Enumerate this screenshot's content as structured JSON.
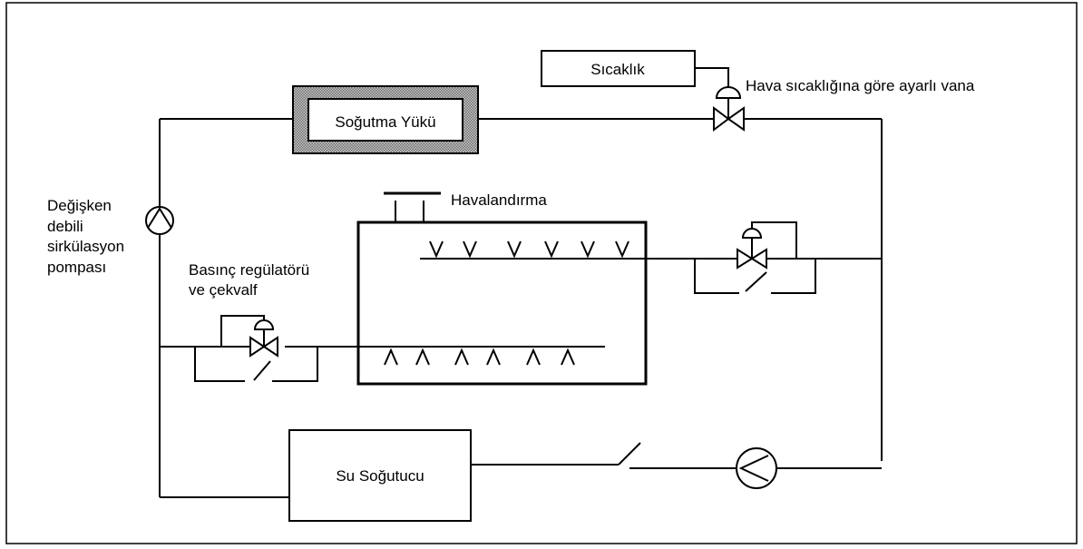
{
  "labels": {
    "cooling_load": "Soğutma Yükü",
    "temperature": "Sıcaklık",
    "temp_valve": "Hava sıcaklığına göre ayarlı vana",
    "vent": "Havalandırma",
    "pump_line1": "Değişken",
    "pump_line2": "debili",
    "pump_line3": "sirkülasyon",
    "pump_line4": "pompası",
    "regulator_line1": "Basınç regülatörü",
    "regulator_line2": "ve çekvalf",
    "chiller": "Su Soğutucu"
  },
  "colors": {
    "line": "#000000",
    "background": "#ffffff",
    "hatch": "#888888"
  }
}
